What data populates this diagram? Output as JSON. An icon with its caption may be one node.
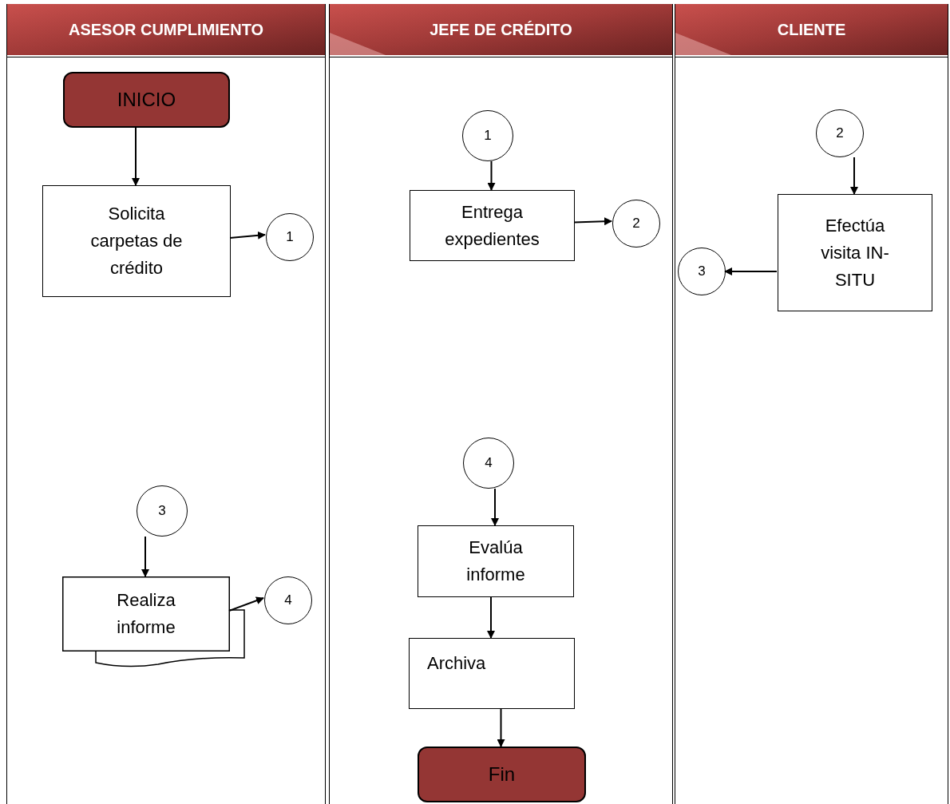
{
  "diagram": {
    "nodes": [
      {
        "text": [
          "ASESOR CUMPLIMIENTO"
        ]
      },
      {
        "text": [
          "JEFE DE CRÉDITO"
        ]
      },
      {
        "text": [
          "CLIENTE"
        ]
      },
      {
        "text": [
          "INICIO"
        ],
        "in": 0
      },
      {
        "text": [
          "Solicita carpetas de crédito"
        ],
        "in": 0
      },
      {
        "text": [
          "1"
        ],
        "in": 0
      },
      {
        "text": [
          "3"
        ],
        "in": 0
      },
      {
        "text": [
          "Realiza informe"
        ],
        "in": 0
      },
      {
        "text": [
          "4"
        ],
        "in": 0
      },
      {
        "text": [
          "1"
        ],
        "in": 1
      },
      {
        "text": [
          "Entrega expedientes"
        ],
        "in": 1
      },
      {
        "text": [
          "2"
        ],
        "in": 1
      },
      {
        "text": [
          "4"
        ],
        "in": 1
      },
      {
        "text": [
          "Evalúa informe"
        ],
        "in": 1
      },
      {
        "text": [
          "Archiva"
        ],
        "in": 1
      },
      {
        "text": [
          "Fin"
        ],
        "in": 1
      },
      {
        "text": [
          "2"
        ],
        "in": 2
      },
      {
        "text": [
          "Efectúa visita IN-SITU"
        ],
        "in": 2
      },
      {
        "text": [
          "3"
        ],
        "in": 2
      }
    ],
    "edges": [
      {
        "from": 3,
        "to": 4,
        "arrow": "to"
      },
      {
        "from": 4,
        "to": 5,
        "arrow": "to"
      },
      {
        "from": 6,
        "to": 7,
        "arrow": "to"
      },
      {
        "from": 7,
        "to": 8,
        "arrow": "to"
      },
      {
        "from": 9,
        "to": 10,
        "arrow": "to"
      },
      {
        "from": 10,
        "to": 11,
        "arrow": "to"
      },
      {
        "from": 12,
        "to": 13,
        "arrow": "to"
      },
      {
        "from": 13,
        "to": 14,
        "arrow": "to"
      },
      {
        "from": 14,
        "to": 15,
        "arrow": "to"
      },
      {
        "from": 16,
        "to": 17,
        "arrow": "to"
      },
      {
        "from": 17,
        "to": 18,
        "arrow": "to"
      }
    ]
  }
}
